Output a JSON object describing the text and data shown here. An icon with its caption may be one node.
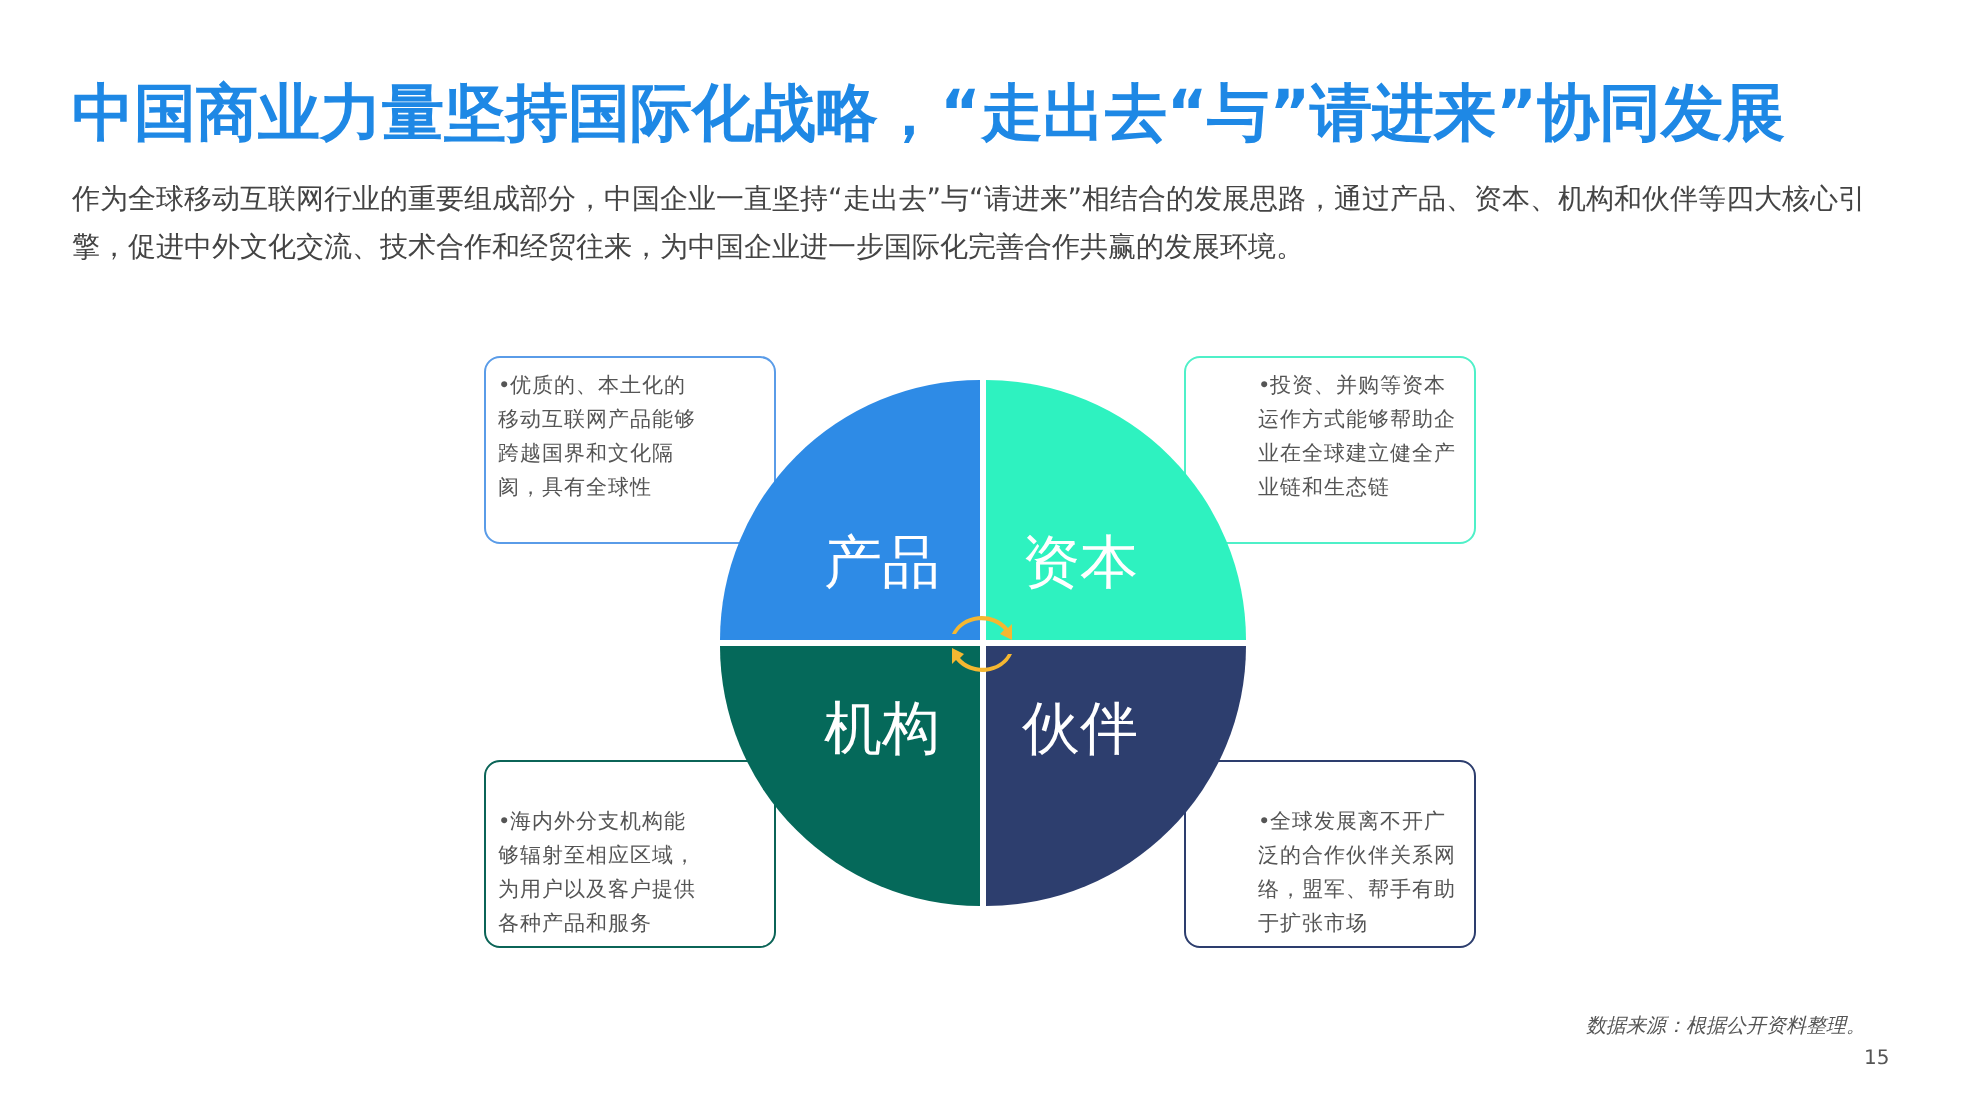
{
  "diagram": {
    "title": "中国商业力量坚持国际化战略，“走出去“与”请进来”协同发展",
    "nodes": [
      {
        "text": [
          "产品"
        ]
      },
      {
        "text": [
          "资本"
        ]
      },
      {
        "text": [
          "机构"
        ]
      },
      {
        "text": [
          "伙伴"
        ]
      },
      {
        "text": [
          "•优质的、本土化的移动互联网产品能够跨越国界和文化隔阂，具有全球性"
        ]
      },
      {
        "text": [
          "•投资、并购等资本运作方式能够帮助企业在全球建立健全产业链和生态链"
        ]
      },
      {
        "text": [
          "•海内外分支机构能够辐射至相应区域，为用户以及客户提供各种产品和服务"
        ]
      },
      {
        "text": [
          "•全球发展离不开广泛的合作伙伴关系网络，盟军、帮手有助于扩张市场"
        ]
      }
    ],
    "edges": [],
    "labels": [
      "作为全球移动互联网行业的重要组成部分，中国企业一直坚持“走出去”与“请进来”相结合的发展思路，通过产品、资本、机构和伙伴等四大核心引擎，促进中外文化交流、技术合作和经贸往来，为中国企业进一步国际化完善合作共赢的发展环境。",
      "数据来源：根据公开资料整理。",
      "15"
    ]
  }
}
